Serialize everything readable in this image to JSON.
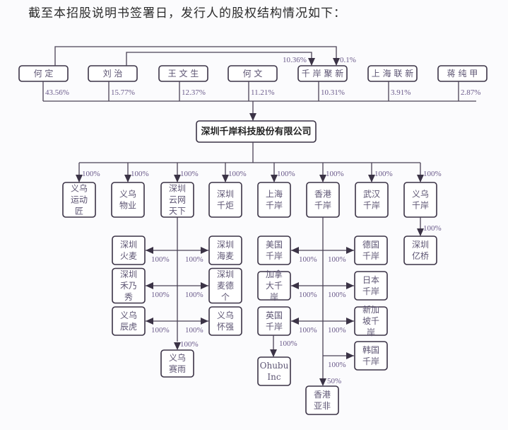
{
  "title": "截至本招股说明书签署日，发行人的股权结构情况如下：",
  "shareholders": [
    {
      "name": "何定",
      "pct": "43.56%"
    },
    {
      "name": "刘治",
      "pct": "15.77%"
    },
    {
      "name": "王文生",
      "pct": "12.37%"
    },
    {
      "name": "何文",
      "pct": "11.21%"
    },
    {
      "name": "千岸聚新",
      "pct": "10.31%"
    },
    {
      "name": "上海联新",
      "pct": "3.91%"
    },
    {
      "name": "蒋纯甲",
      "pct": "2.87%"
    }
  ],
  "cross_holdings": [
    {
      "from": "刘治",
      "to": "千岸聚新",
      "pct": "10.36%"
    },
    {
      "from": "何定",
      "to": "千岸聚新",
      "pct": "0.1%"
    }
  ],
  "company": "深圳千岸科技股份有限公司",
  "subsidiaries": [
    {
      "name": [
        "义乌",
        "运动",
        "匠"
      ],
      "pct": "100%"
    },
    {
      "name": [
        "义乌",
        "物业"
      ],
      "pct": "100%"
    },
    {
      "name": [
        "深圳",
        "云网",
        "天下"
      ],
      "pct": "100%"
    },
    {
      "name": [
        "深圳",
        "千炬"
      ],
      "pct": "100%"
    },
    {
      "name": [
        "上海",
        "千岸"
      ],
      "pct": "100%"
    },
    {
      "name": [
        "香港",
        "千岸"
      ],
      "pct": "100%"
    },
    {
      "name": [
        "武汉",
        "千岸"
      ],
      "pct": "100%"
    },
    {
      "name": [
        "义乌",
        "千岸"
      ],
      "pct": "100%"
    }
  ],
  "yunwang_children": {
    "left": [
      {
        "name": [
          "深圳",
          "火麦"
        ],
        "pct": "100%"
      },
      {
        "name": [
          "深圳",
          "禾乃",
          "秀"
        ],
        "pct": "100%"
      },
      {
        "name": [
          "义乌",
          "辰虎"
        ],
        "pct": "100%"
      }
    ],
    "right": [
      {
        "name": [
          "深圳",
          "海麦"
        ],
        "pct": "100%"
      },
      {
        "name": [
          "深圳",
          "麦德",
          "个"
        ],
        "pct": "100%"
      },
      {
        "name": [
          "义乌",
          "怀强"
        ],
        "pct": "100%"
      }
    ],
    "bottom": {
      "name": [
        "义乌",
        "赛雨"
      ],
      "pct": "100%"
    }
  },
  "hk_children": {
    "left": [
      {
        "name": [
          "美国",
          "千岸"
        ],
        "pct": "100%"
      },
      {
        "name": [
          "加拿",
          "大千",
          "岸"
        ],
        "pct": "100%"
      },
      {
        "name": [
          "英国",
          "千岸"
        ],
        "pct": "100%"
      }
    ],
    "right": [
      {
        "name": [
          "德国",
          "千岸"
        ],
        "pct": "100%"
      },
      {
        "name": [
          "日本",
          "千岸"
        ],
        "pct": "100%"
      },
      {
        "name": [
          "新加",
          "坡千",
          "岸"
        ],
        "pct": "100%"
      },
      {
        "name": [
          "韩国",
          "千岸"
        ],
        "pct": "100%"
      }
    ],
    "uk_child": {
      "name": [
        "Ohubu",
        "Inc"
      ],
      "pct": "100%"
    },
    "bottom": {
      "name": [
        "香港",
        "亚非"
      ],
      "pct": "50%"
    }
  },
  "yiwu_child": {
    "name": [
      "深圳",
      "亿桥"
    ],
    "pct": "100%"
  }
}
